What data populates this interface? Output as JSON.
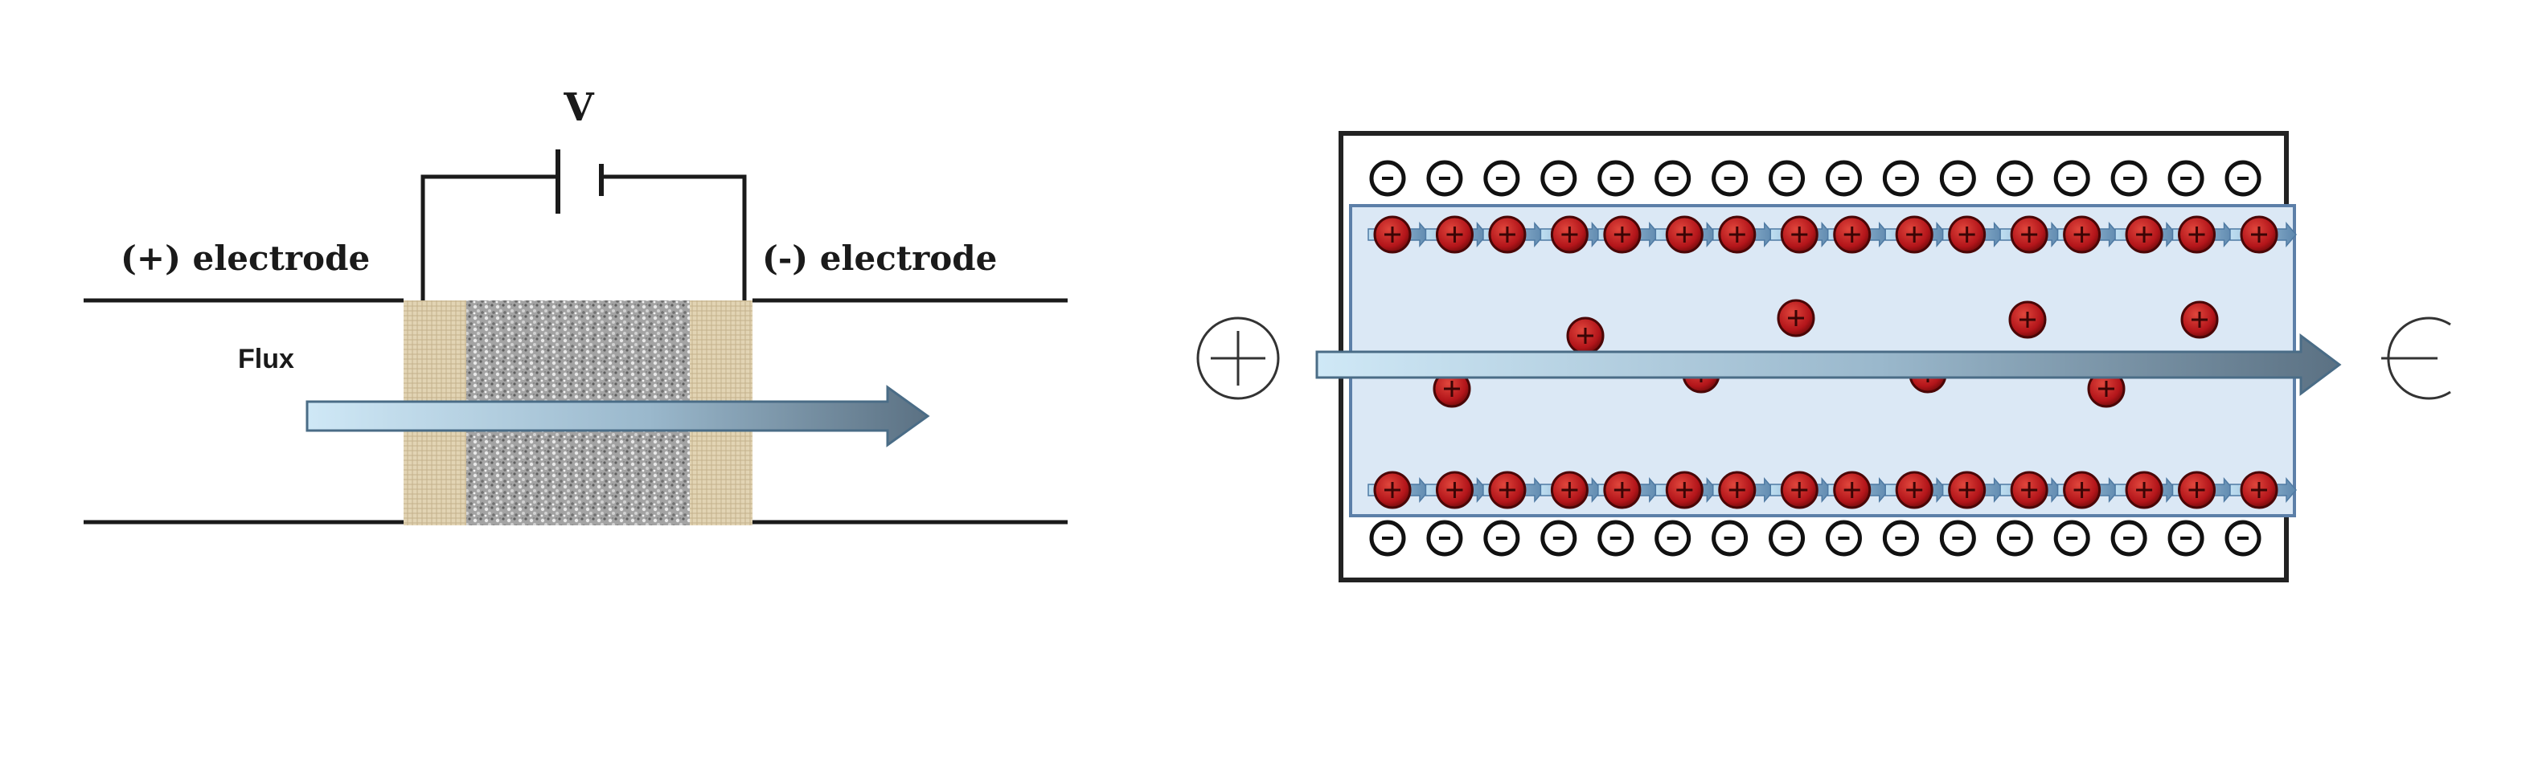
{
  "left_diagram": {
    "voltage_label": "V",
    "positive_electrode_label": "(+) electrode",
    "negative_electrode_label": "(-) electrode",
    "flux_label": "Flux"
  },
  "right_diagram": {
    "wall_charge_rows": 2,
    "wall_charges_per_row": 16,
    "double_layer_cations_per_row": 16,
    "free_cations_count": 8
  },
  "colors": {
    "background": "#ffffff",
    "line": "#1a1a1a",
    "flux_arrow_fill": "#a9d3ea",
    "flux_arrow_fill_dark": "#5b7183",
    "flux_arrow_stroke": "#4a6c86",
    "electrode_fill": "#d8c9a8",
    "soil_fill": "#9a9a9a",
    "channel_fill": "#dbe8f5",
    "channel_stroke": "#5c7fa8",
    "cation_fill": "#c01c1c",
    "cation_dark": "#5a0808"
  }
}
